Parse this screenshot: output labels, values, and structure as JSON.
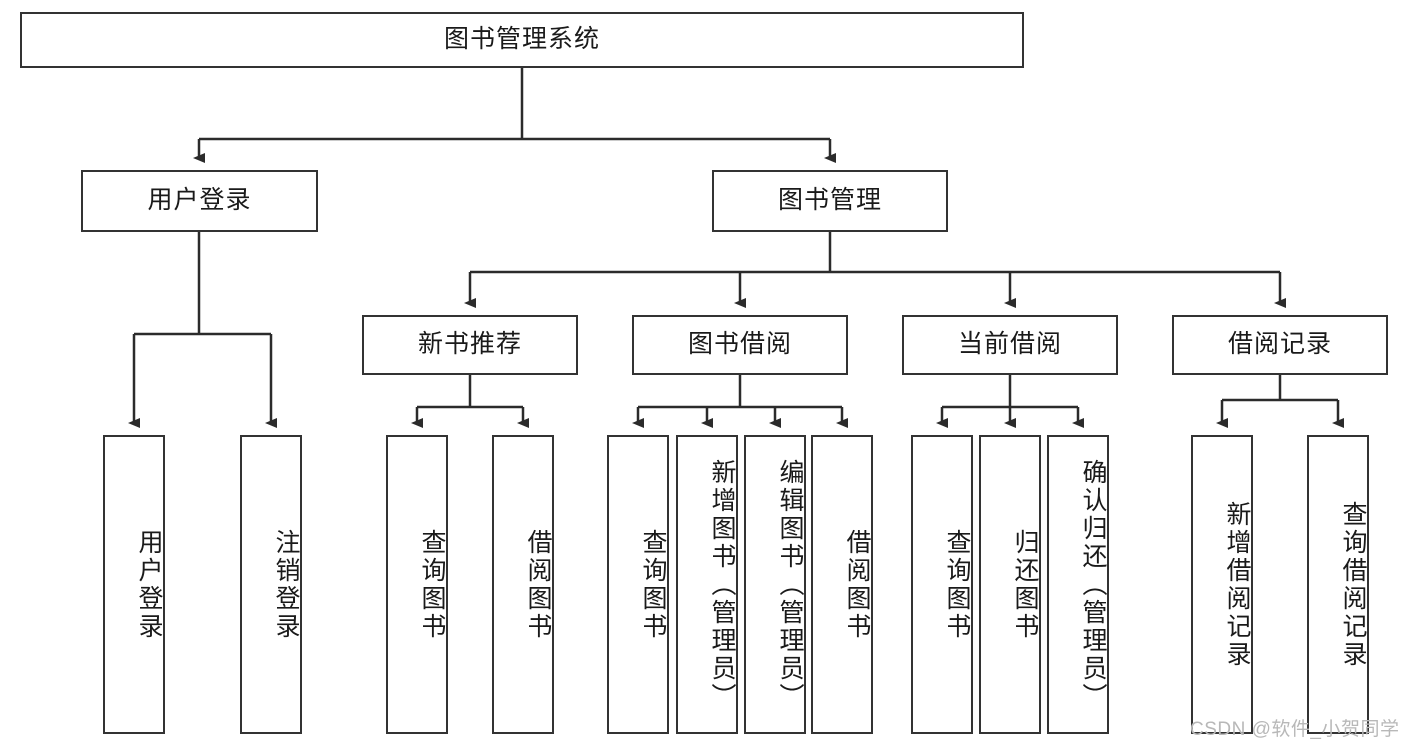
{
  "diagram": {
    "type": "tree",
    "title_node": {
      "label": "图书管理系统"
    },
    "level2": [
      {
        "label": "用户登录"
      },
      {
        "label": "图书管理"
      }
    ],
    "level3": [
      {
        "label": "新书推荐"
      },
      {
        "label": "图书借阅"
      },
      {
        "label": "当前借阅"
      },
      {
        "label": "借阅记录"
      }
    ],
    "leaves": {
      "user_login": [
        {
          "label": "用户登录"
        },
        {
          "label": "注销登录"
        }
      ],
      "new_book_recommend": [
        {
          "label": "查询图书"
        },
        {
          "label": "借阅图书"
        }
      ],
      "book_borrow": [
        {
          "label": "查询图书"
        },
        {
          "label": "新增图书（管理员）"
        },
        {
          "label": "编辑图书（管理员）"
        },
        {
          "label": "借阅图书"
        }
      ],
      "current_borrow": [
        {
          "label": "查询图书"
        },
        {
          "label": "归还图书"
        },
        {
          "label": "确认归还（管理员）"
        }
      ],
      "borrow_record": [
        {
          "label": "新增借阅记录"
        },
        {
          "label": "查询借阅记录"
        }
      ]
    },
    "watermark": "CSDN @软件_小贺同学",
    "colors": {
      "stroke": "#333333",
      "fill": "#ffffff",
      "text": "#1a1a1a",
      "watermark": "#b8b8b8"
    }
  }
}
